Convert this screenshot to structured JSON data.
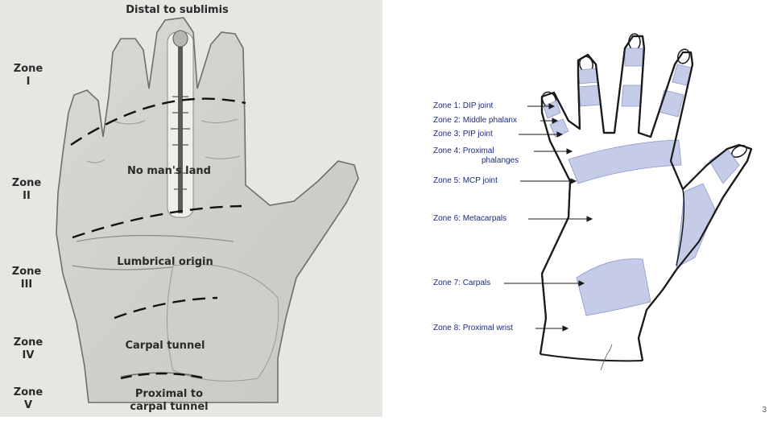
{
  "left_diagram": {
    "top_label": "Distal to sublimis",
    "zones": [
      {
        "name": "Zone",
        "numeral": "I"
      },
      {
        "name": "Zone",
        "numeral": "II"
      },
      {
        "name": "Zone",
        "numeral": "III"
      },
      {
        "name": "Zone",
        "numeral": "IV"
      },
      {
        "name": "Zone",
        "numeral": "V"
      }
    ],
    "region_labels": {
      "no_mans_land": "No man's land",
      "lumbrical_origin": "Lumbrical origin",
      "carpal_tunnel": "Carpal tunnel",
      "proximal_line1": "Proximal to",
      "proximal_line2": "carpal tunnel"
    }
  },
  "right_diagram": {
    "labels": [
      {
        "line1": "Zone 1: DIP joint",
        "line2": ""
      },
      {
        "line1": "Zone 2: Middle phalanx",
        "line2": ""
      },
      {
        "line1": "Zone 3: PIP joint",
        "line2": ""
      },
      {
        "line1": "Zone 4: Proximal",
        "line2": "phalanges"
      },
      {
        "line1": "Zone 5: MCP joint",
        "line2": ""
      },
      {
        "line1": "Zone 6: Metacarpals",
        "line2": ""
      },
      {
        "line1": "Zone 7: Carpals",
        "line2": ""
      },
      {
        "line1": "Zone 8: Proximal wrist",
        "line2": ""
      }
    ],
    "band_color": "#c5cce8",
    "label_color": "#1f2a7a"
  },
  "page_number": "3"
}
